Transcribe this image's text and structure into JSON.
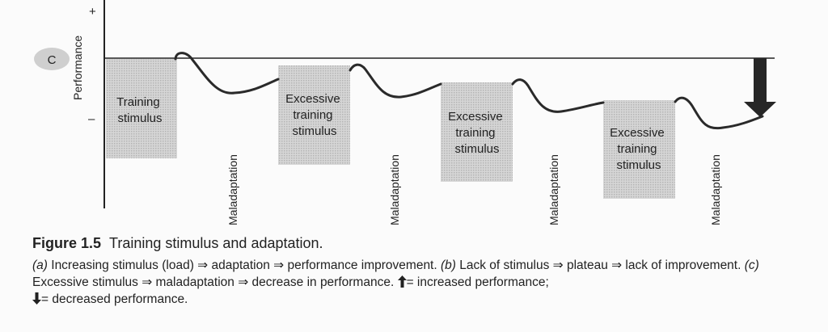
{
  "diagram": {
    "axis_plus": "+",
    "axis_minus": "–",
    "axis_label": "Performance",
    "panel_label": "C",
    "boxes": [
      [
        "Training",
        "stimulus"
      ],
      [
        "Excessive",
        "training",
        "stimulus"
      ],
      [
        "Excessive",
        "training",
        "stimulus"
      ],
      [
        "Excessive",
        "training",
        "stimulus"
      ]
    ],
    "maladaptation_label": "Maladaptation"
  },
  "caption": {
    "figure_number": "Figure 1.5",
    "figure_title": "Training stimulus and adaptation.",
    "part_a_label": "(a)",
    "part_a": " Increasing stimulus (load) ⇒ adaptation ⇒ performance improvement. ",
    "part_b_label": "(b)",
    "part_b": " Lack of stimulus ⇒ plateau ⇒ lack of improvement. ",
    "part_c_label": "(c)",
    "part_c": " Excessive stimulus ⇒ maladaptation ⇒ decrease in performance. ",
    "increase_legend": "= increased performance;",
    "decrease_legend": "= decreased performance."
  }
}
